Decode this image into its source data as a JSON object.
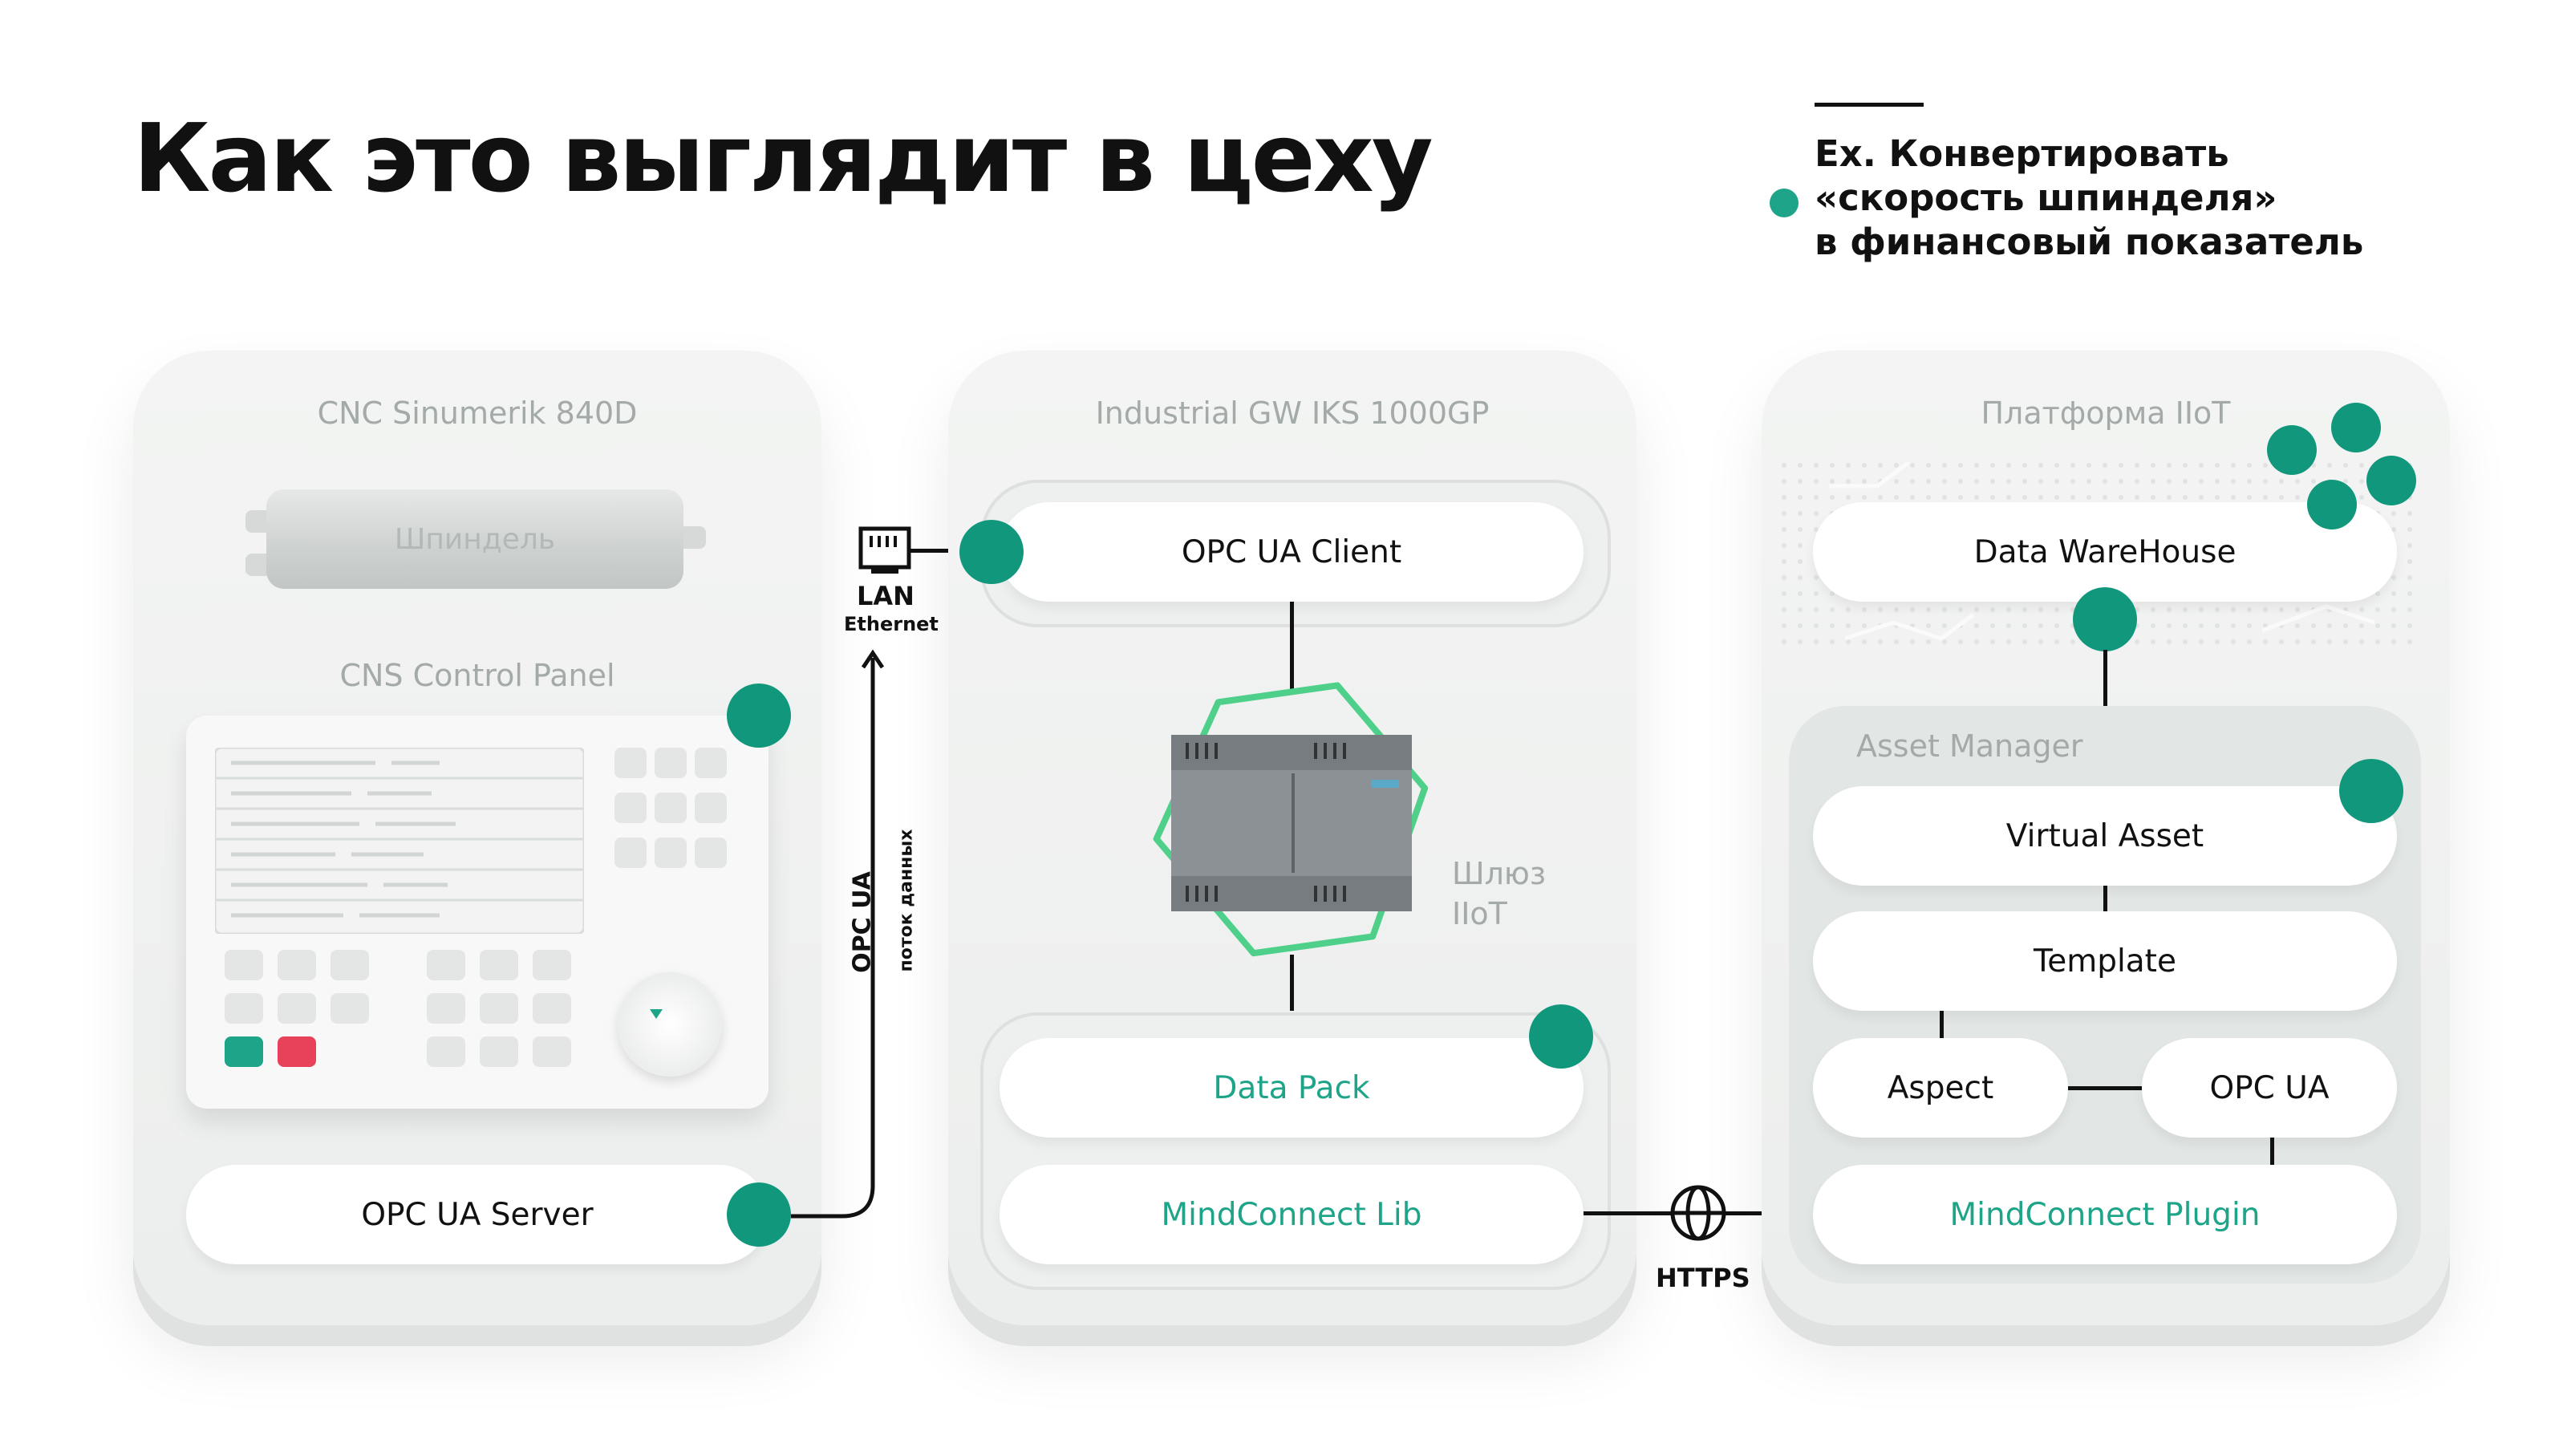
{
  "title": "Как это выглядит в цеху",
  "note": {
    "line1": "Ex. Конвертировать",
    "line2": "«скорость шпинделя»",
    "line3": "в финансовый показатель"
  },
  "cnc": {
    "header": "CNC Sinumerik 840D",
    "spindle": "Шпиндель",
    "panel_label": "CNS Control Panel",
    "server": "OPC UA Server"
  },
  "link": {
    "lan": "LAN",
    "ethernet": "Ethernet",
    "opcua": "OPC UA",
    "flow": "поток данных",
    "https": "HTTPS"
  },
  "gateway": {
    "header": "Industrial GW IKS 1000GP",
    "client": "OPC UA Client",
    "device_label_1": "Шлюз",
    "device_label_2": "IIoT",
    "datapack": "Data Pack",
    "lib": "MindConnect Lib"
  },
  "platform": {
    "header": "Платформа IIoT",
    "warehouse": "Data WareHouse",
    "asset_manager": "Asset Manager",
    "virtual_asset": "Virtual Asset",
    "template": "Template",
    "aspect": "Aspect",
    "opcua": "OPC UA",
    "plugin": "MindConnect Plugin"
  },
  "colors": {
    "accent": "#11977c",
    "accent_text": "#1ea488",
    "red": "#e8415a"
  }
}
